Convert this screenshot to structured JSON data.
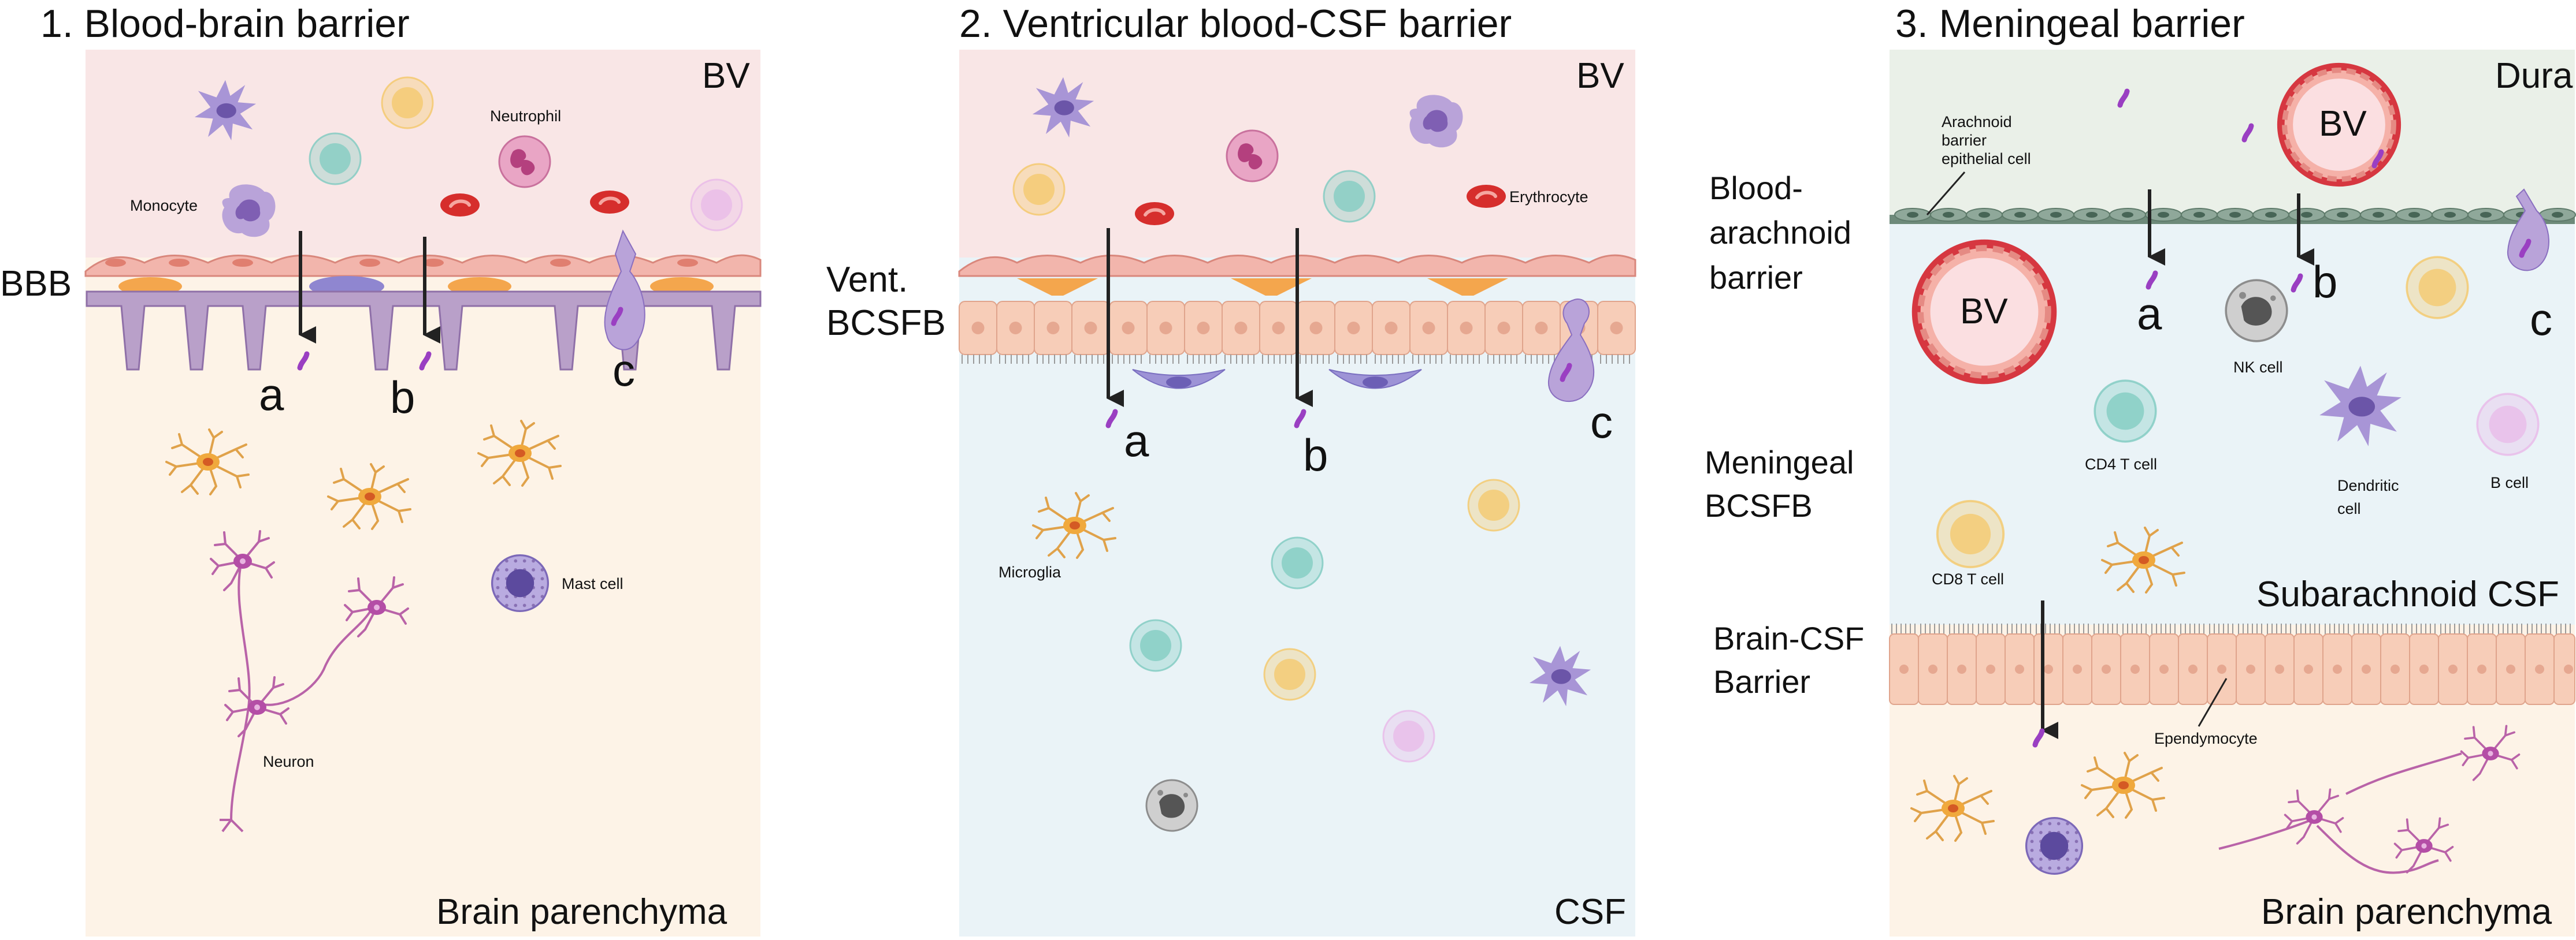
{
  "panels": [
    {
      "title": "1.  Blood-brain barrier",
      "top_region": "BV",
      "bottom_region": "Brain parenchyma",
      "side_label": "BBB",
      "route_labels": [
        "a",
        "b",
        "c"
      ],
      "cell_labels": {
        "monocyte": "Monocyte",
        "neutrophil": "Neutrophil",
        "mast_cell": "Mast cell",
        "neuron": "Neuron"
      }
    },
    {
      "title": "2. Ventricular blood-CSF barrier",
      "top_region": "BV",
      "bottom_region": "CSF",
      "side_label_lines": [
        "Vent.",
        "BCSFB"
      ],
      "route_labels": [
        "a",
        "b",
        "c"
      ],
      "cell_labels": {
        "erythrocyte": "Erythrocyte",
        "microglia": "Microglia"
      }
    },
    {
      "title": "3. Meningeal barrier",
      "top_region": "Dura",
      "middle_region": "Subarachnoid CSF",
      "bottom_region": "Brain parenchyma",
      "vessel_label": "BV",
      "side_labels": {
        "blood_arachnoid": [
          "Blood-",
          "arachnoid",
          "barrier"
        ],
        "meningeal_bcsfb": [
          "Meningeal",
          "BCSFB"
        ],
        "brain_csf": [
          "Brain-CSF",
          "Barrier"
        ]
      },
      "route_labels": [
        "a",
        "b",
        "c"
      ],
      "cell_labels": {
        "arachnoid": [
          "Arachnoid",
          "barrier",
          "epithelial cell"
        ],
        "nk_cell": "NK cell",
        "cd4": "CD4 T cell",
        "dendritic": [
          "Dendritic",
          "cell"
        ],
        "b_cell": "B cell",
        "cd8": "CD8 T cell",
        "ependymocyte": "Ependymocyte"
      }
    }
  ],
  "colors": {
    "blood": "#f9e6e6",
    "parenchyma": "#fdf3e7",
    "csf": "#eaf3f7",
    "dura": "#eaf0e8",
    "endothelium": "#f2b5ac",
    "pericyte": "#f2a84a",
    "astro_foot": "#b9a0c9",
    "epithelium": "#f7cdb8",
    "rbc": "#d9302f",
    "arrow": "#222222",
    "antigen": "#9a3fc2"
  }
}
